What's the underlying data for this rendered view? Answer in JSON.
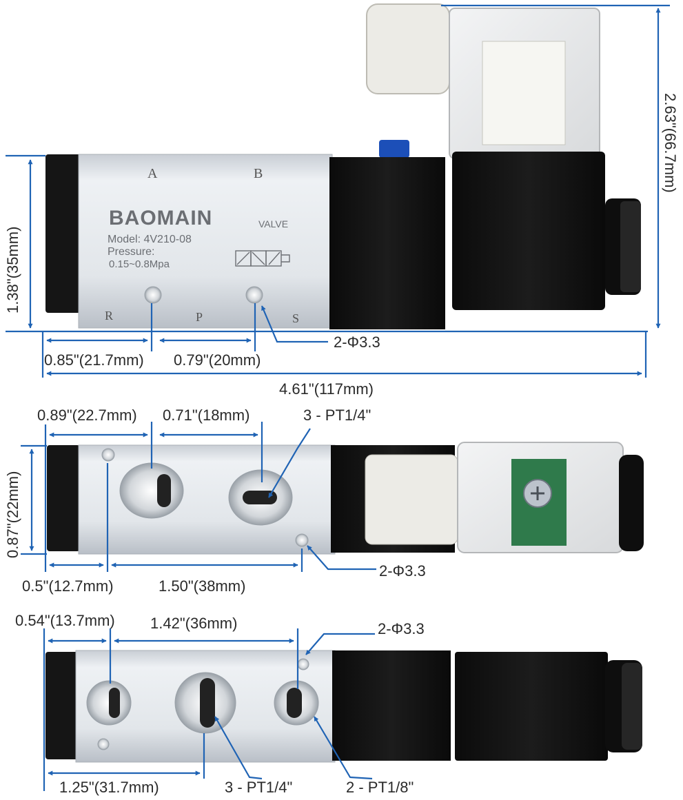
{
  "colors": {
    "dimension": "#1f63b4",
    "aluminum": "#dfe3e8",
    "black_body": "#141414",
    "text": "#2a2a2a"
  },
  "valve_face": {
    "brand": "BAOMAIN",
    "valve_word": "VALVE",
    "model": "Model: 4V210-08",
    "pressure_label": "Pressure:",
    "pressure_range": "0.15~0.8Mpa",
    "ports": {
      "a": "A",
      "b": "B",
      "r": "R",
      "p": "P",
      "s": "S"
    }
  },
  "view_side": {
    "dims": {
      "height": "1.38\"(35mm)",
      "total_height": "2.63\"(66.7mm)",
      "hole_spacing_1": "0.85\"(21.7mm)",
      "hole_spacing_2": "0.79\"(20mm)",
      "holes": "2-Φ3.3",
      "length": "4.61\"(117mm)"
    }
  },
  "view_top": {
    "dims": {
      "port_offset": "0.89\"(22.7mm)",
      "port_spacing": "0.71\"(18mm)",
      "ports": "3 - PT1/4\"",
      "height": "0.87\"(22mm)",
      "hole_offset": "0.5\"(12.7mm)",
      "hole_spacing": "1.50\"(38mm)",
      "holes": "2-Φ3.3"
    }
  },
  "view_bottom": {
    "dims": {
      "port_offset": "0.54\"(13.7mm)",
      "port_spacing": "1.42\"(36mm)",
      "holes": "2-Φ3.3",
      "center_offset": "1.25\"(31.7mm)",
      "main_ports": "3 - PT1/4\"",
      "exhaust_ports": "2 - PT1/8\""
    }
  }
}
